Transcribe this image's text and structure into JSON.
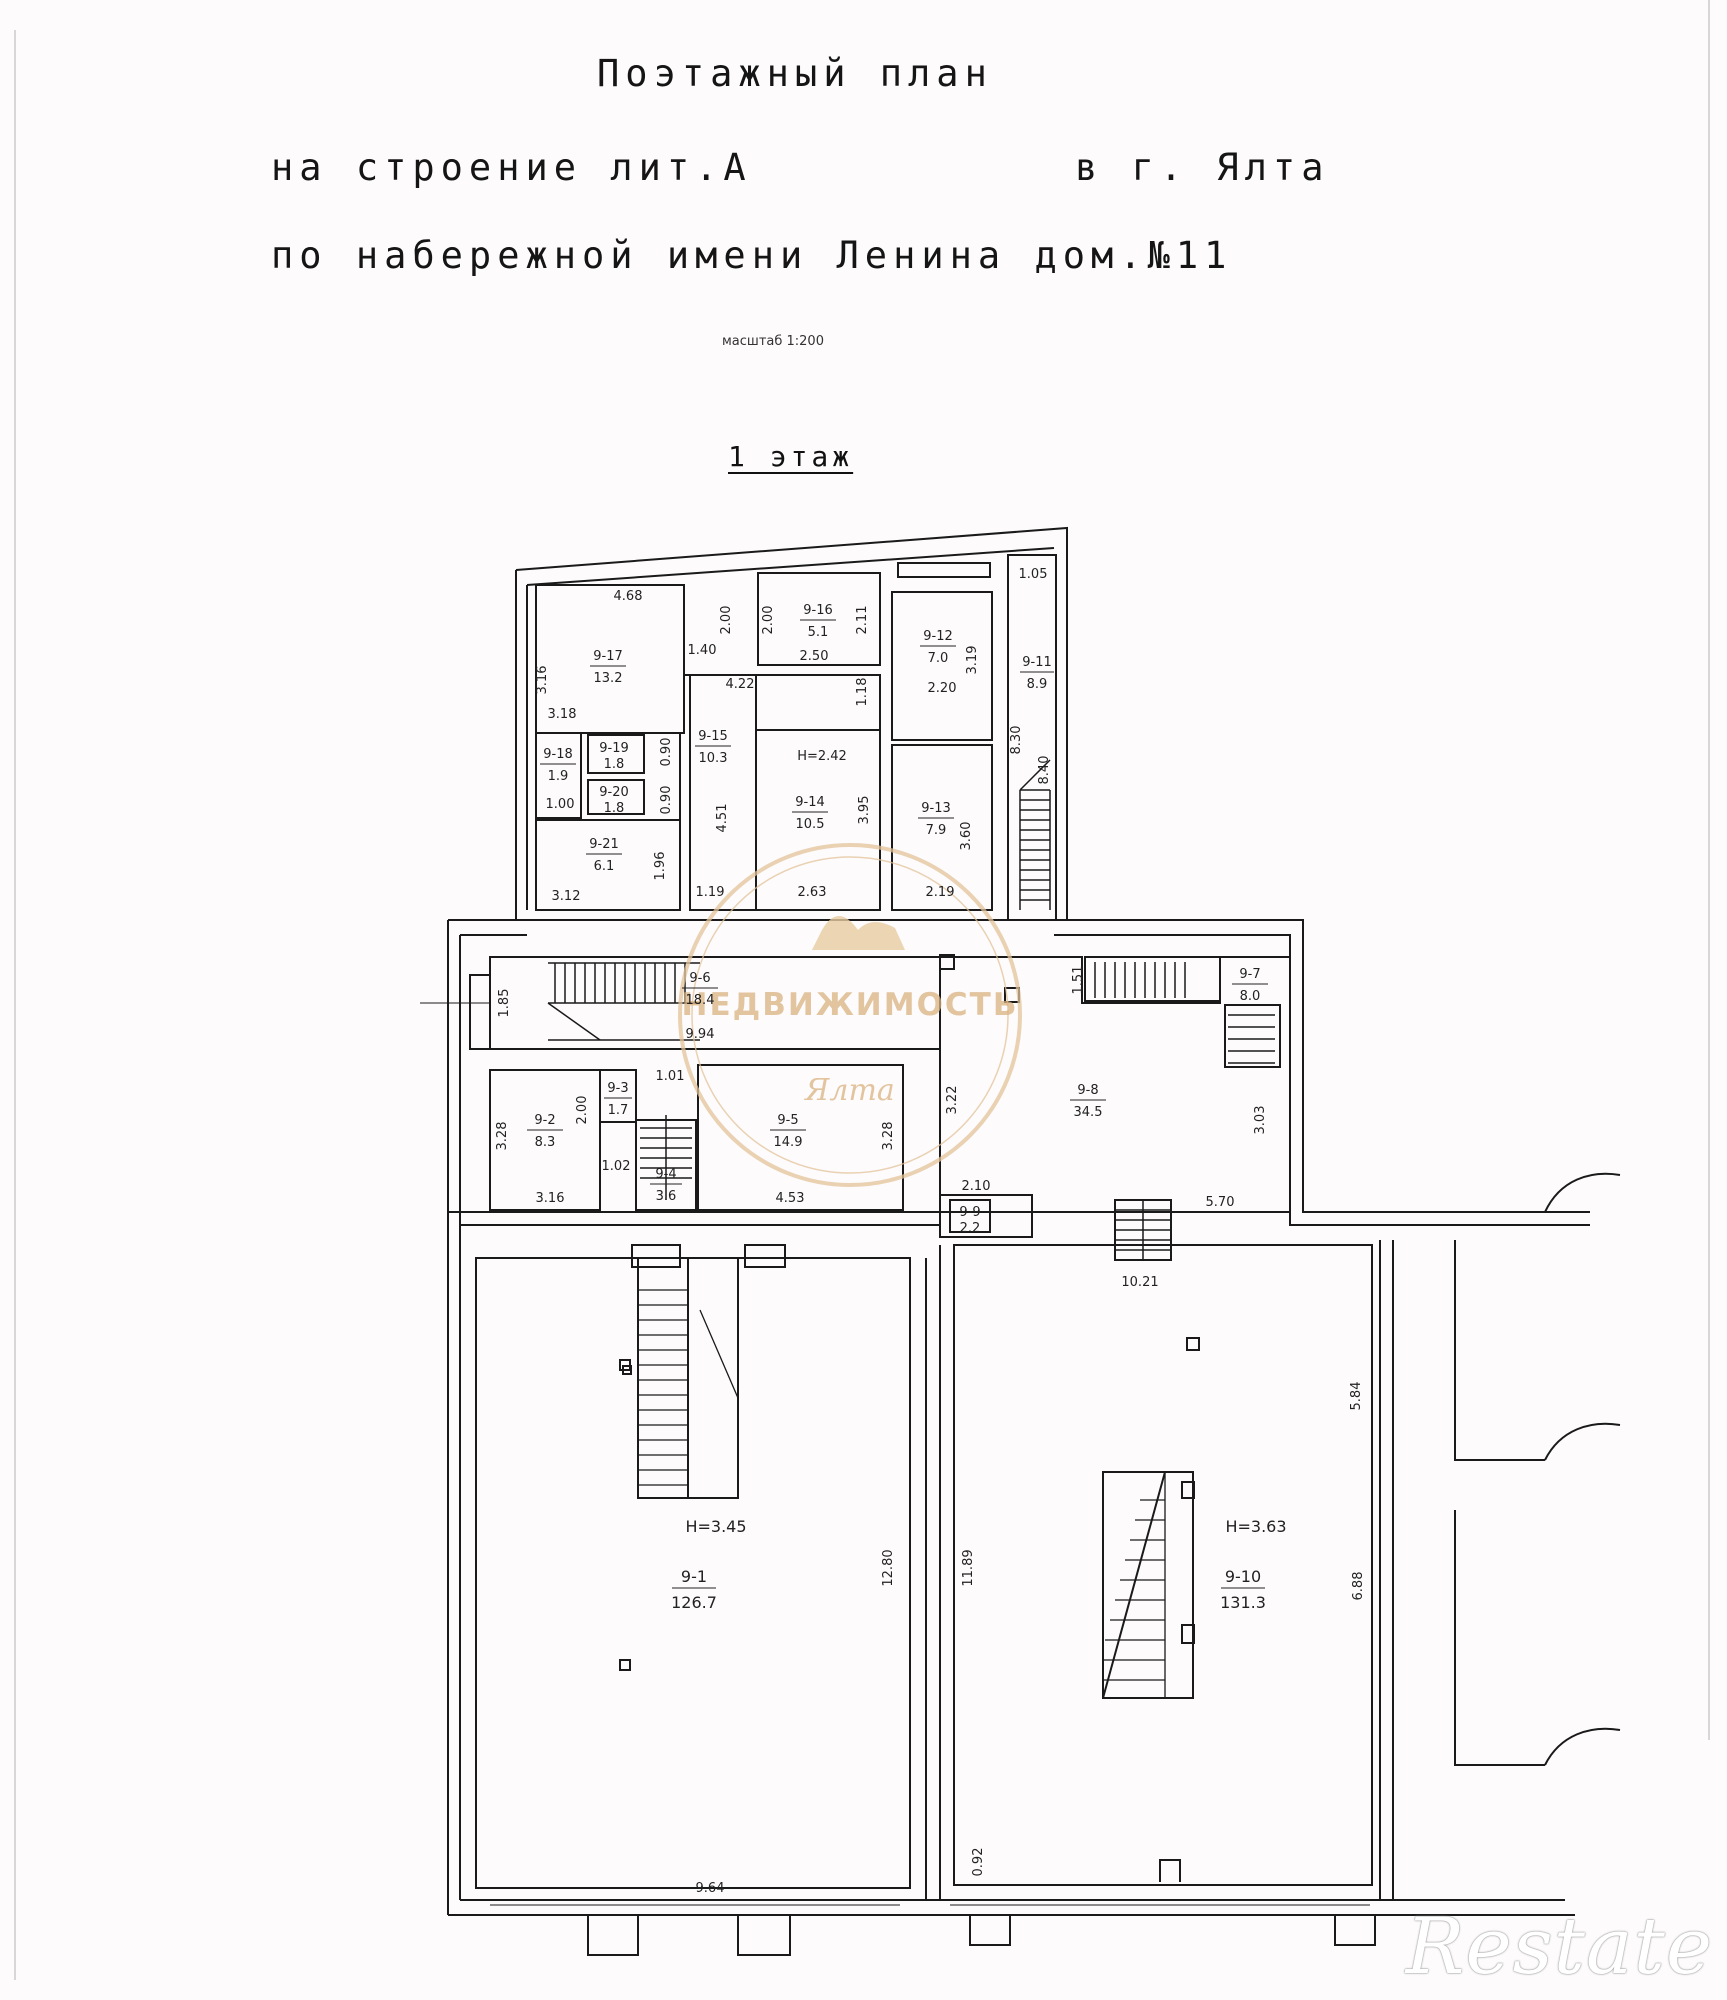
{
  "header": {
    "line1": "Поэтажный план",
    "line2_left": "на строение лит.А",
    "line2_right": "в г. Ялта",
    "line3": "по набережной имени Ленина  дом.№11",
    "scale": "масштаб 1:200",
    "floor": "1 этаж"
  },
  "rooms": [
    {
      "id": "9-17",
      "area": "13.2"
    },
    {
      "id": "9-16",
      "area": "5.1"
    },
    {
      "id": "9-12",
      "area": "7.0"
    },
    {
      "id": "9-11",
      "area": "8.9"
    },
    {
      "id": "9-18",
      "area": "1.9"
    },
    {
      "id": "9-19",
      "area": "1.8"
    },
    {
      "id": "9-20",
      "area": "1.8"
    },
    {
      "id": "9-15",
      "area": "10.3"
    },
    {
      "id": "9-14",
      "area": "10.5"
    },
    {
      "id": "9-13",
      "area": "7.9"
    },
    {
      "id": "9-21",
      "area": "6.1"
    },
    {
      "id": "9-6",
      "area": "18.4"
    },
    {
      "id": "9-7",
      "area": "8.0"
    },
    {
      "id": "9-2",
      "area": "8.3"
    },
    {
      "id": "9-3",
      "area": "1.7"
    },
    {
      "id": "9-4",
      "area": "3.6"
    },
    {
      "id": "9-5",
      "area": "14.9"
    },
    {
      "id": "9-8",
      "area": "34.5"
    },
    {
      "id": "9-9",
      "area": "2.2"
    },
    {
      "id": "9-1",
      "area": "126.7"
    },
    {
      "id": "9-10",
      "area": "131.3"
    }
  ],
  "heights": {
    "h1": "H=2.42",
    "h2": "H=3.45",
    "h3": "H=3.63"
  },
  "dims": {
    "d_468": "4.68",
    "d_200a": "2.00",
    "d_140": "1.40",
    "d_316a": "3.16",
    "d_318": "3.18",
    "d_200b": "2.00",
    "d_211": "2.11",
    "d_250": "2.50",
    "d_105": "1.05",
    "d_319": "3.19",
    "d_220": "2.20",
    "d_422": "4.22",
    "d_118": "1.18",
    "d_830": "8.30",
    "d_840": "8.40",
    "d_090a": "0.90",
    "d_100": "1.00",
    "d_090b": "0.90",
    "d_451": "4.51",
    "d_395": "3.95",
    "d_360": "3.60",
    "d_196": "1.96",
    "d_312": "3.12",
    "d_119": "1.19",
    "d_263": "2.63",
    "d_219": "2.19",
    "d_185": "1.85",
    "d_994": "9.94",
    "d_151": "1.51",
    "d_101": "1.01",
    "d_328a": "3.28",
    "d_200c": "2.00",
    "d_102": "1.02",
    "d_316b": "3.16",
    "d_453": "4.53",
    "d_328b": "3.28",
    "d_322": "3.22",
    "d_303": "3.03",
    "d_210": "2.10",
    "d_570": "5.70",
    "d_1021": "10.21",
    "d_584": "5.84",
    "d_1280": "12.80",
    "d_1189": "11.89",
    "d_688": "6.88",
    "d_964": "9.64",
    "d_092": "0.92"
  },
  "watermark": {
    "text": "НЕДВИЖИМОСТЬ",
    "script": "Ялта",
    "color": "#d9b27f"
  },
  "brand": "Restate"
}
